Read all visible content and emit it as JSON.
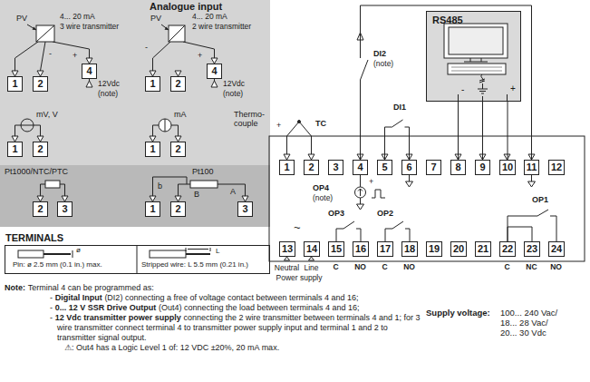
{
  "diagram": {
    "nodes": [
      {
        "text": [
          "Analogue input"
        ]
      },
      {
        "text": [
          "1"
        ],
        "in": 0
      },
      {
        "text": [
          "2"
        ],
        "in": 0
      },
      {
        "text": [
          "4"
        ],
        "in": 0
      },
      {
        "text": [
          "1"
        ],
        "in": 0
      },
      {
        "text": [
          "2"
        ],
        "in": 0
      },
      {
        "text": [
          "4"
        ],
        "in": 0
      },
      {
        "text": [
          "1"
        ],
        "in": 0
      },
      {
        "text": [
          "2"
        ],
        "in": 0
      },
      {
        "text": [
          "1"
        ],
        "in": 0
      },
      {
        "text": [
          "2"
        ],
        "in": 0
      },
      {
        "text": [
          "Pt1000/NTC/PTC",
          "Pt100"
        ],
        "in": 0
      },
      {
        "text": [
          "2"
        ],
        "in": 11
      },
      {
        "text": [
          "3"
        ],
        "in": 11
      },
      {
        "text": [
          "1"
        ],
        "in": 11
      },
      {
        "text": [
          "2"
        ],
        "in": 11
      },
      {
        "text": [
          "3"
        ],
        "in": 11
      },
      {
        "text": [
          "RS485"
        ]
      },
      {
        "text": [
          "1"
        ]
      },
      {
        "text": [
          "2"
        ]
      },
      {
        "text": [
          "3"
        ]
      },
      {
        "text": [
          "4"
        ]
      },
      {
        "text": [
          "5"
        ]
      },
      {
        "text": [
          "6"
        ]
      },
      {
        "text": [
          "7"
        ]
      },
      {
        "text": [
          "8"
        ]
      },
      {
        "text": [
          "9"
        ]
      },
      {
        "text": [
          "10"
        ]
      },
      {
        "text": [
          "11"
        ]
      },
      {
        "text": [
          "12"
        ]
      },
      {
        "text": [
          "13"
        ]
      },
      {
        "text": [
          "14"
        ]
      },
      {
        "text": [
          "15"
        ]
      },
      {
        "text": [
          "16"
        ]
      },
      {
        "text": [
          "17"
        ]
      },
      {
        "text": [
          "18"
        ]
      },
      {
        "text": [
          "19"
        ]
      },
      {
        "text": [
          "20"
        ]
      },
      {
        "text": [
          "21"
        ]
      },
      {
        "text": [
          "22"
        ]
      },
      {
        "text": [
          "23"
        ]
      },
      {
        "text": [
          "24"
        ]
      },
      {
        "text": [
          "TERMINALS",
          "Pin: ø 2.5 mm (0.1 in.) max.",
          "Stripped wire: L 5.5 mm (0.21 in.)"
        ]
      }
    ],
    "edges": [
      {
        "from": 25,
        "to": 17,
        "arrow": "none"
      },
      {
        "from": 26,
        "to": 17,
        "arrow": "none"
      },
      {
        "from": 27,
        "to": 17,
        "arrow": "none"
      },
      {
        "from": 28,
        "to": 21,
        "arrow": "none"
      },
      {
        "from": 22,
        "to": 23,
        "arrow": "none"
      },
      {
        "from": 32,
        "to": 33,
        "arrow": "none"
      },
      {
        "from": 34,
        "to": 35,
        "arrow": "none"
      },
      {
        "from": 39,
        "to": 40,
        "arrow": "none"
      },
      {
        "from": 39,
        "to": 41,
        "arrow": "none"
      }
    ],
    "labels": [
      "PV",
      "4... 20 mA",
      "3 wire transmitter",
      "+",
      "-",
      "12Vdc",
      "(note)",
      "PV",
      "4... 20 mA",
      "2 wire transmitter",
      "+",
      "-",
      "12Vdc",
      "(note)",
      "mV, V",
      "mA",
      "Thermo- couple",
      "+",
      "TC",
      "b",
      "B",
      "A",
      "DI2",
      "(note)",
      "DI1",
      "-",
      "+",
      "OP4",
      "(note)",
      "+",
      "~",
      "OP3",
      "OP2",
      "OP1",
      "Neutral",
      "Line",
      "Power supply",
      "C",
      "NO",
      "C",
      "NO",
      "C",
      "NC",
      "NO",
      "ø",
      "L",
      "Note:",
      "Terminal 4 can be programmed as:",
      "-",
      "Digital Input",
      "(DI2) connecting a free of voltage contact between terminals 4 and 16;",
      "-",
      "0... 12 V SSR Drive Output",
      "(Out4) connecting the load between terminals 4 and 16;",
      "-",
      "12 Vdc transmitter power supply",
      "connecting the 2 wire transmitter between terminals 4 and 1; for 3 wire transmitter connect terminal 4 to transmitter power supply input and terminal 1 and 2 to transmitter signal output.",
      "⚠: Out4 has a Logic Level 1 of: 12 VDC ±20%, 20 mA max.",
      "Supply voltage:",
      "100... 240 Vac/",
      "18... 28 Vac/",
      "20... 30 Vdc"
    ]
  }
}
